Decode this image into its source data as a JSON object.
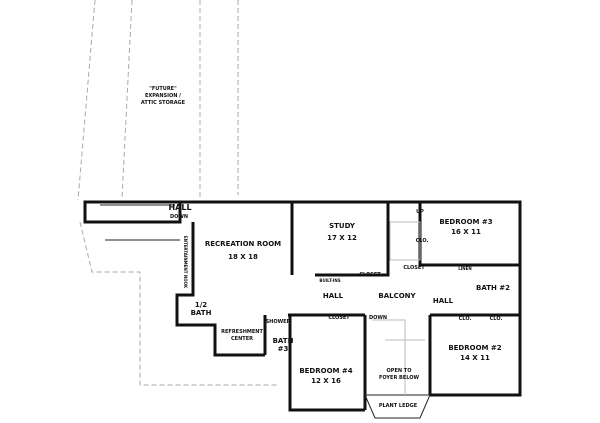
{
  "attic": {
    "line1": "\"FUTURE\"",
    "line2": "EXPANSION /",
    "line3": "ATTIC STORAGE"
  },
  "rooms": {
    "hall_left": "HALL",
    "down_left": "DOWN",
    "rec_name": "RECREATION ROOM",
    "rec_size": "18 X 18",
    "ent_nook": "ENTERTAINMENT NOOK",
    "half_bath_1": "1/2",
    "half_bath_2": "BATH",
    "refresh_1": "REFRESHMENT",
    "refresh_2": "CENTER",
    "shower": "SHOWER",
    "bath3_1": "BATH",
    "bath3_2": "#3",
    "study_name": "STUDY",
    "study_size": "17 X 12",
    "built_ins": "BUILT-INS",
    "closet_study": "CLOSET",
    "up": "UP",
    "clo_stair": "CLO.",
    "closet_stair": "CLOSET",
    "bed3_name": "BEDROOM #3",
    "bed3_size": "16 X 11",
    "linen": "LINEN",
    "bath2": "BATH #2",
    "hall_mid": "HALL",
    "balcony": "BALCONY",
    "hall_right": "HALL",
    "closet_bed4": "CLOSET",
    "down_mid": "DOWN",
    "clo_b2a": "CLO.",
    "clo_b2b": "CLO.",
    "bed2_name": "BEDROOM #2",
    "bed2_size": "14 X 11",
    "bed4_name": "BEDROOM #4",
    "bed4_size": "12 X 16",
    "open_1": "OPEN TO",
    "open_2": "FOYER BELOW",
    "plant": "PLANT LEDGE"
  }
}
